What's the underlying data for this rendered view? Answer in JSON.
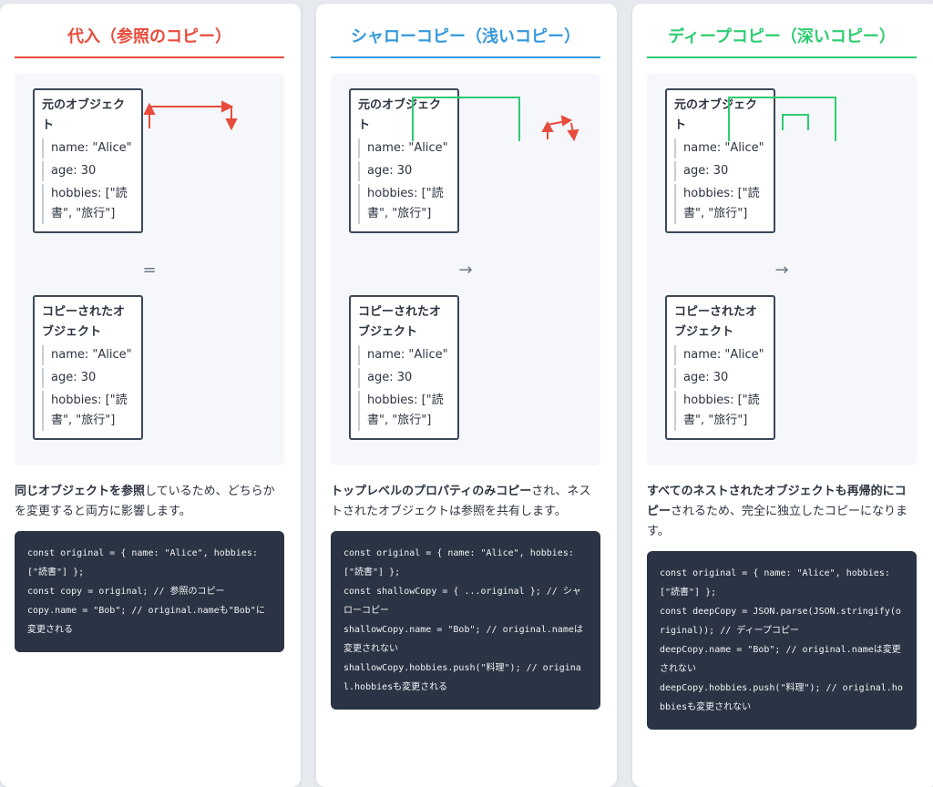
{
  "columns": [
    {
      "title": "代入（参照のコピー）",
      "color": "#e74c3c",
      "original": {
        "title": "元のオブジェクト",
        "props": [
          "name: \"Alice\"",
          "age: 30",
          "hobbies: [\"読書\", \"旅行\"]"
        ]
      },
      "operator": "=",
      "copy": {
        "title": "コピーされたオブジェクト",
        "props": [
          "name: \"Alice\"",
          "age: 30",
          "hobbies: [\"読書\", \"旅行\"]"
        ]
      },
      "desc_bold": "同じオブジェクトを参照",
      "desc_rest": "しているため、どちらかを変更すると両方に影響します。",
      "code": [
        "const original = { name: \"Alice\", hobbies: [\"読書\"] };",
        "const copy = original; // 参照のコピー",
        "copy.name = \"Bob\"; // original.nameも\"Bob\"に変更される"
      ]
    },
    {
      "title": "シャローコピー（浅いコピー）",
      "color": "#3498db",
      "original": {
        "title": "元のオブジェクト",
        "props": [
          "name: \"Alice\"",
          "age: 30",
          "hobbies: [\"読書\", \"旅行\"]"
        ]
      },
      "operator": "→",
      "copy": {
        "title": "コピーされたオブジェクト",
        "props": [
          "name: \"Alice\"",
          "age: 30",
          "hobbies: [\"読書\", \"旅行\"]"
        ]
      },
      "desc_bold": "トップレベルのプロパティのみコピー",
      "desc_rest": "され、ネストされたオブジェクトは参照を共有します。",
      "code": [
        "const original = { name: \"Alice\", hobbies: [\"読書\"] };",
        "const shallowCopy = { ...original }; // シャローコピー",
        "shallowCopy.name = \"Bob\"; // original.nameは変更されない",
        "shallowCopy.hobbies.push(\"料理\"); // original.hobbiesも変更される"
      ]
    },
    {
      "title": "ディープコピー（深いコピー）",
      "color": "#2ecc71",
      "original": {
        "title": "元のオブジェクト",
        "props": [
          "name: \"Alice\"",
          "age: 30",
          "hobbies: [\"読書\", \"旅行\"]"
        ]
      },
      "operator": "→",
      "copy": {
        "title": "コピーされたオブジェクト",
        "props": [
          "name: \"Alice\"",
          "age: 30",
          "hobbies: [\"読書\", \"旅行\"]"
        ]
      },
      "desc_bold": "すべてのネストされたオブジェクトも再帰的にコピー",
      "desc_rest": "されるため、完全に独立したコピーになります。",
      "code": [
        "const original = { name: \"Alice\", hobbies: [\"読書\"] };",
        "const deepCopy = JSON.parse(JSON.stringify(original)); // ディープコピー",
        "deepCopy.name = \"Bob\"; // original.nameは変更されない",
        "deepCopy.hobbies.push(\"料理\"); // original.hobbiesも変更されない"
      ]
    }
  ],
  "link_colors": {
    "red": "#e74c3c",
    "green": "#2ecc71"
  }
}
